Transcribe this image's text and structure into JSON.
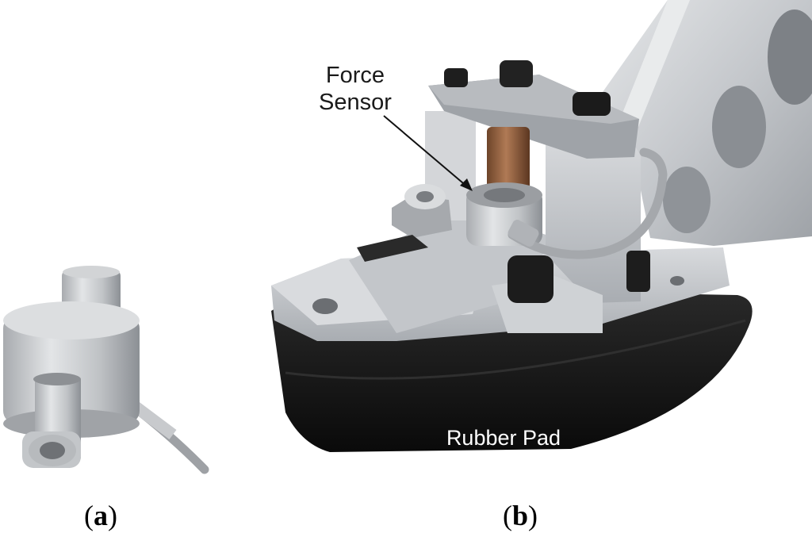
{
  "labels": {
    "force_sensor_line1": "Force",
    "force_sensor_line2": "Sensor",
    "rubber_pad": "Rubber Pad"
  },
  "captions": {
    "a": {
      "open": "(",
      "letter": "a",
      "close": ")"
    },
    "b": {
      "open": "(",
      "letter": "b",
      "close": ")"
    }
  },
  "colors": {
    "background": "#ffffff",
    "aluminum": "#c9ccd0",
    "rubber": "#111111",
    "bolt": "#1e1e1e",
    "copper": "#8a5a3a"
  }
}
